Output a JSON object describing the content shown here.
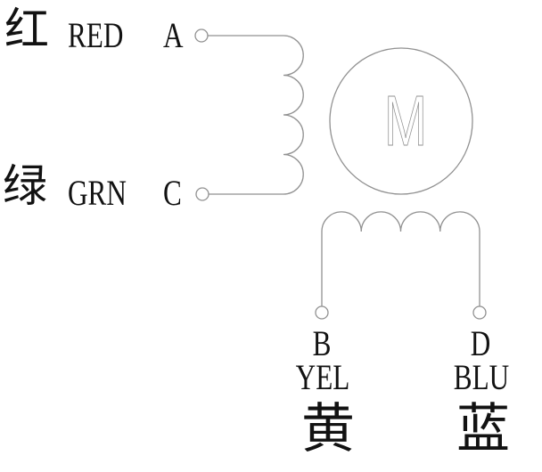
{
  "motor": {
    "label": "M"
  },
  "wires": {
    "red": {
      "cn": "红",
      "abbr": "RED",
      "terminal": "A"
    },
    "green": {
      "cn": "绿",
      "abbr": "GRN",
      "terminal": "C"
    },
    "yellow": {
      "cn": "黄",
      "abbr": "YEL",
      "terminal": "B"
    },
    "blue": {
      "cn": "蓝",
      "abbr": "BLU",
      "terminal": "D"
    }
  },
  "colors": {
    "line": "#919191",
    "text": "#121212",
    "background": "#ffffff"
  }
}
